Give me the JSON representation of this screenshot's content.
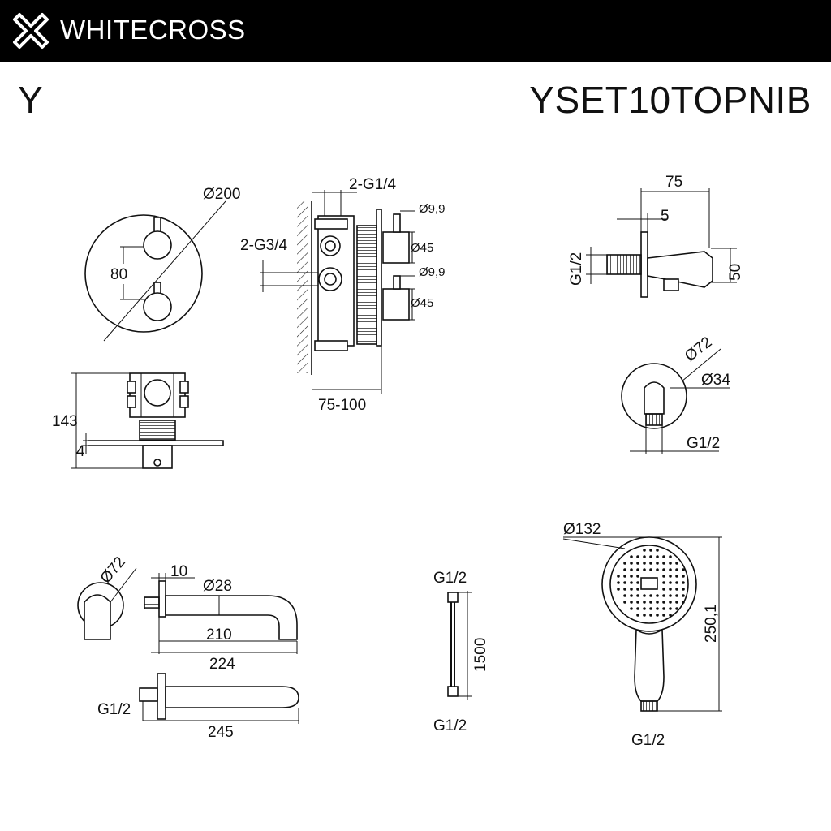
{
  "header": {
    "brand": "WHITECROSS",
    "logo_icon": "cross-x-logo-icon",
    "bar_color": "#000000"
  },
  "title": {
    "series": "Y",
    "model": "YSET10TOPNIB"
  },
  "dimensions": {
    "plate_diameter": "Ø200",
    "handle_spacing": "80",
    "depth_total": "143",
    "plate_thickness": "4",
    "outlets_top": "2-G1/4",
    "inlets": "2-G3/4",
    "handle_pin_top": "Ø9,9",
    "handle_top": "Ø45",
    "handle_pin_bottom": "Ø9,9",
    "handle_bottom": "Ø45",
    "install_depth": "75-100",
    "holder_length": "75",
    "holder_offset": "5",
    "holder_thread": "G1/2",
    "holder_height": "50",
    "holder_rosette": "Ø72",
    "holder_socket": "Ø34",
    "holder_outlet": "G1/2",
    "spout_rosette": "Ø72",
    "spout_offset": "10",
    "spout_diameter": "Ø28",
    "spout_210": "210",
    "spout_224": "224",
    "spout_thread": "G1/2",
    "spout_245": "245",
    "hose_top": "G1/2",
    "hose_length": "1500",
    "hose_bottom": "G1/2",
    "head_diameter": "Ø132",
    "head_length": "250,1",
    "head_thread": "G1/2"
  }
}
